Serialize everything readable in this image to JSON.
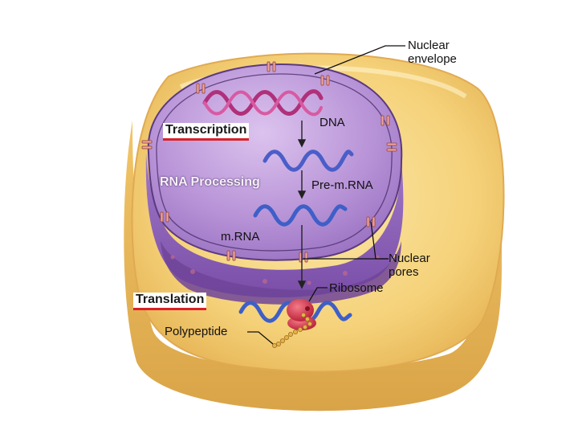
{
  "labels": {
    "nuclear_envelope": [
      "Nuclear",
      "envelope"
    ],
    "dna": "DNA",
    "pre_mrna": "Pre-m.RNA",
    "mrna": "m.RNA",
    "nuclear_pores": [
      "Nuclear",
      "pores"
    ],
    "ribosome": "Ribosome",
    "polypeptide": "Polypeptide"
  },
  "steps": {
    "transcription": "Transcription",
    "rna_processing": "RNA Processing",
    "translation": "Translation"
  },
  "colors": {
    "cell_outer": "#f5d27a",
    "cell_inner": "#f7dc8c",
    "nucleus": "#b98fd6",
    "nucleus_side": "#8c5fb5",
    "dna_strand": "#b0307a",
    "rna_strand": "#3e5fc8",
    "ribosome": "#d8324a",
    "underline": "#d8202a",
    "pointer": "#111111"
  }
}
